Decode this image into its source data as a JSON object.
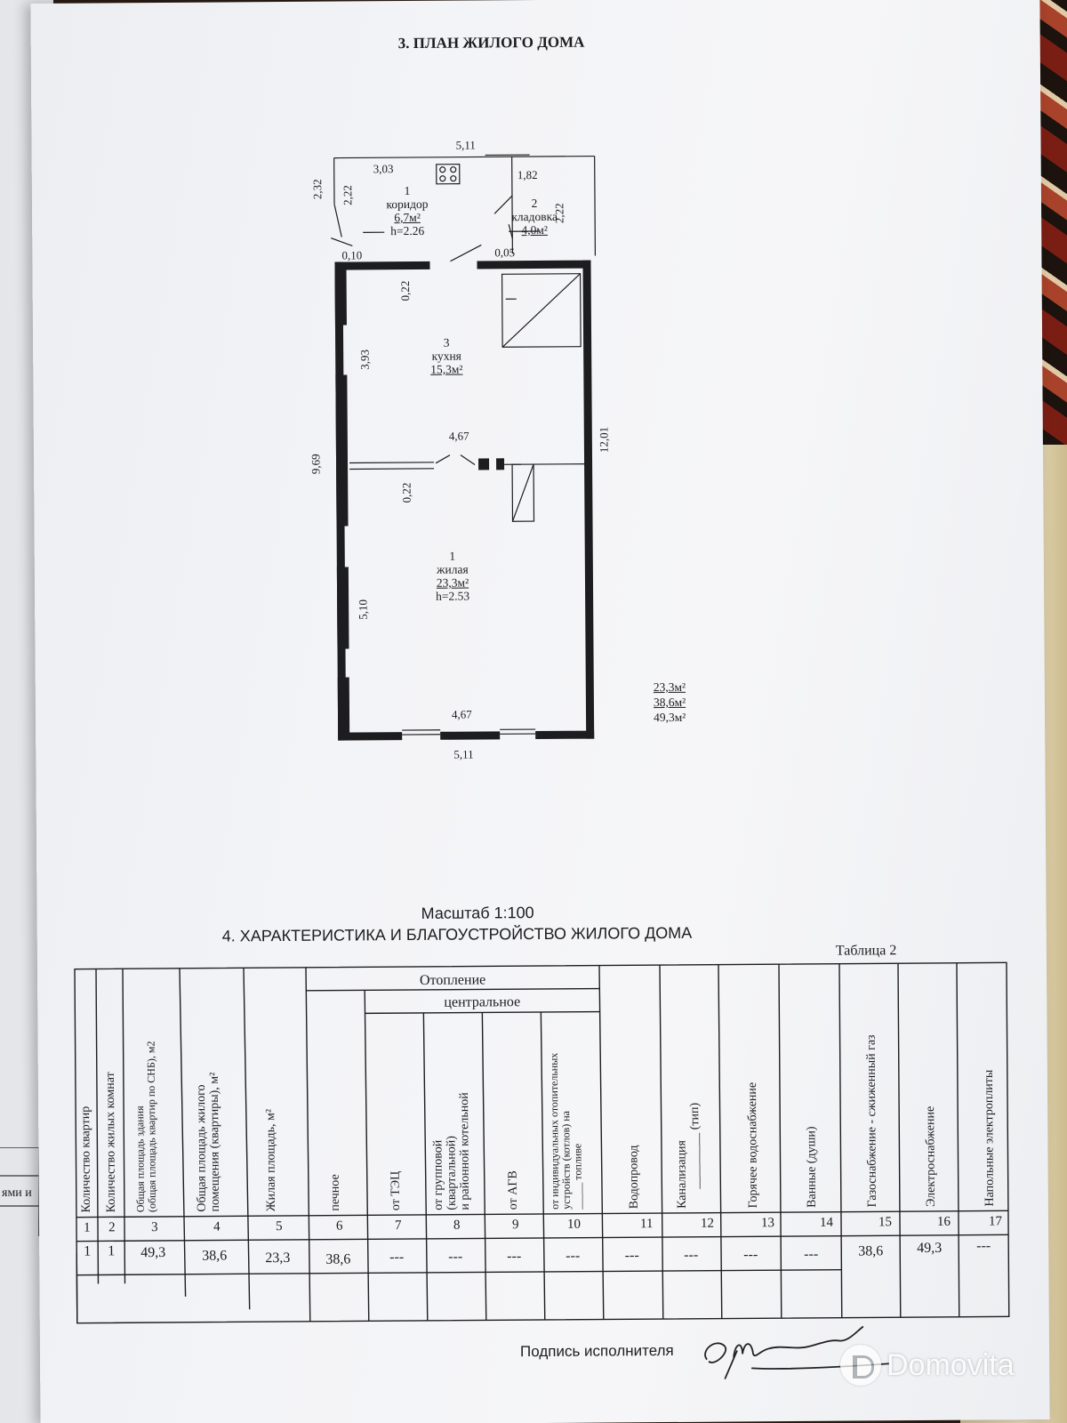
{
  "section3_title": "3. ПЛАН ЖИЛОГО ДОМА",
  "plan": {
    "dims": {
      "top_total": "5,11",
      "corridor_top": "3,03",
      "storage_top": "1,82",
      "left_outer": "2,32",
      "corridor_left": "2,22",
      "storage_right": "2,22",
      "wall_left": "0,10",
      "wall_right": "0,05",
      "kitchen_wall": "0,22",
      "kitchen_left": "3,93",
      "mid_width": "4,67",
      "partition": "0,22",
      "left_total": "9,69",
      "right_total": "12,01",
      "living_left": "5,10",
      "bottom_inner": "4,67",
      "bottom_outer": "5,11"
    },
    "rooms": {
      "corridor": {
        "num": "1",
        "name": "коридор",
        "area": "6,7м²",
        "height": "h=2.26"
      },
      "storage": {
        "num": "2",
        "name": "кладовка",
        "area": "4,0м²"
      },
      "kitchen": {
        "num": "3",
        "name": "кухня",
        "area": "15,3м²"
      },
      "living": {
        "num": "1",
        "name": "жилая",
        "area": "23,3м²",
        "height": "h=2.53"
      }
    },
    "totals": [
      "23,3м²",
      "38,6м²",
      "49,3м²"
    ]
  },
  "scale": "Масштаб 1:100",
  "section4_title": "4. ХАРАКТЕРИСТИКА И БЛАГОУСТРОЙСТВО ЖИЛОГО ДОМА",
  "table_caption": "Таблица 2",
  "left_tab_text": "ями и",
  "table": {
    "group_heating": "Отопление",
    "group_central": "центральное",
    "headers": {
      "c1": "Количество квартир",
      "c2": "Количество жилых комнат",
      "c3a": "Общая площадь здания",
      "c3b": "(общая площадь квартир по СНБ), м2",
      "c4a": "Общая площадь жилого",
      "c4b": "помещения (квартиры), м²",
      "c5": "Жилая площадь, м²",
      "c6": "печное",
      "c7": "от ТЭЦ",
      "c8a": "от групповой",
      "c8b": "(квартальной)",
      "c8c": "и районной котельной",
      "c9": "от АГВ",
      "c10a": "от индивидуальных отопительных",
      "c10b": "устройств (котлов) на",
      "c10c": "_____ топливе",
      "c11": "Водопровод",
      "c12a": "Канализация",
      "c12b": "_________ (тип)",
      "c13": "Горячее водоснабжение",
      "c14": "Ванные (души)",
      "c15": "Газоснабжение - сжиженный газ",
      "c16": "Электроснабжение",
      "c17": "Напольные электроплиты"
    },
    "numbers": [
      "1",
      "2",
      "3",
      "4",
      "5",
      "6",
      "7",
      "8",
      "9",
      "10",
      "11",
      "12",
      "13",
      "14",
      "15",
      "16",
      "17"
    ],
    "row": [
      "1",
      "1",
      "49,3",
      "38,6",
      "23,3",
      "38,6",
      "---",
      "---",
      "---",
      "---",
      "---",
      "---",
      "---",
      "---",
      "38,6",
      "49,3",
      "---"
    ]
  },
  "signature_label": "Подпись исполнителя",
  "watermark": "Domovita"
}
